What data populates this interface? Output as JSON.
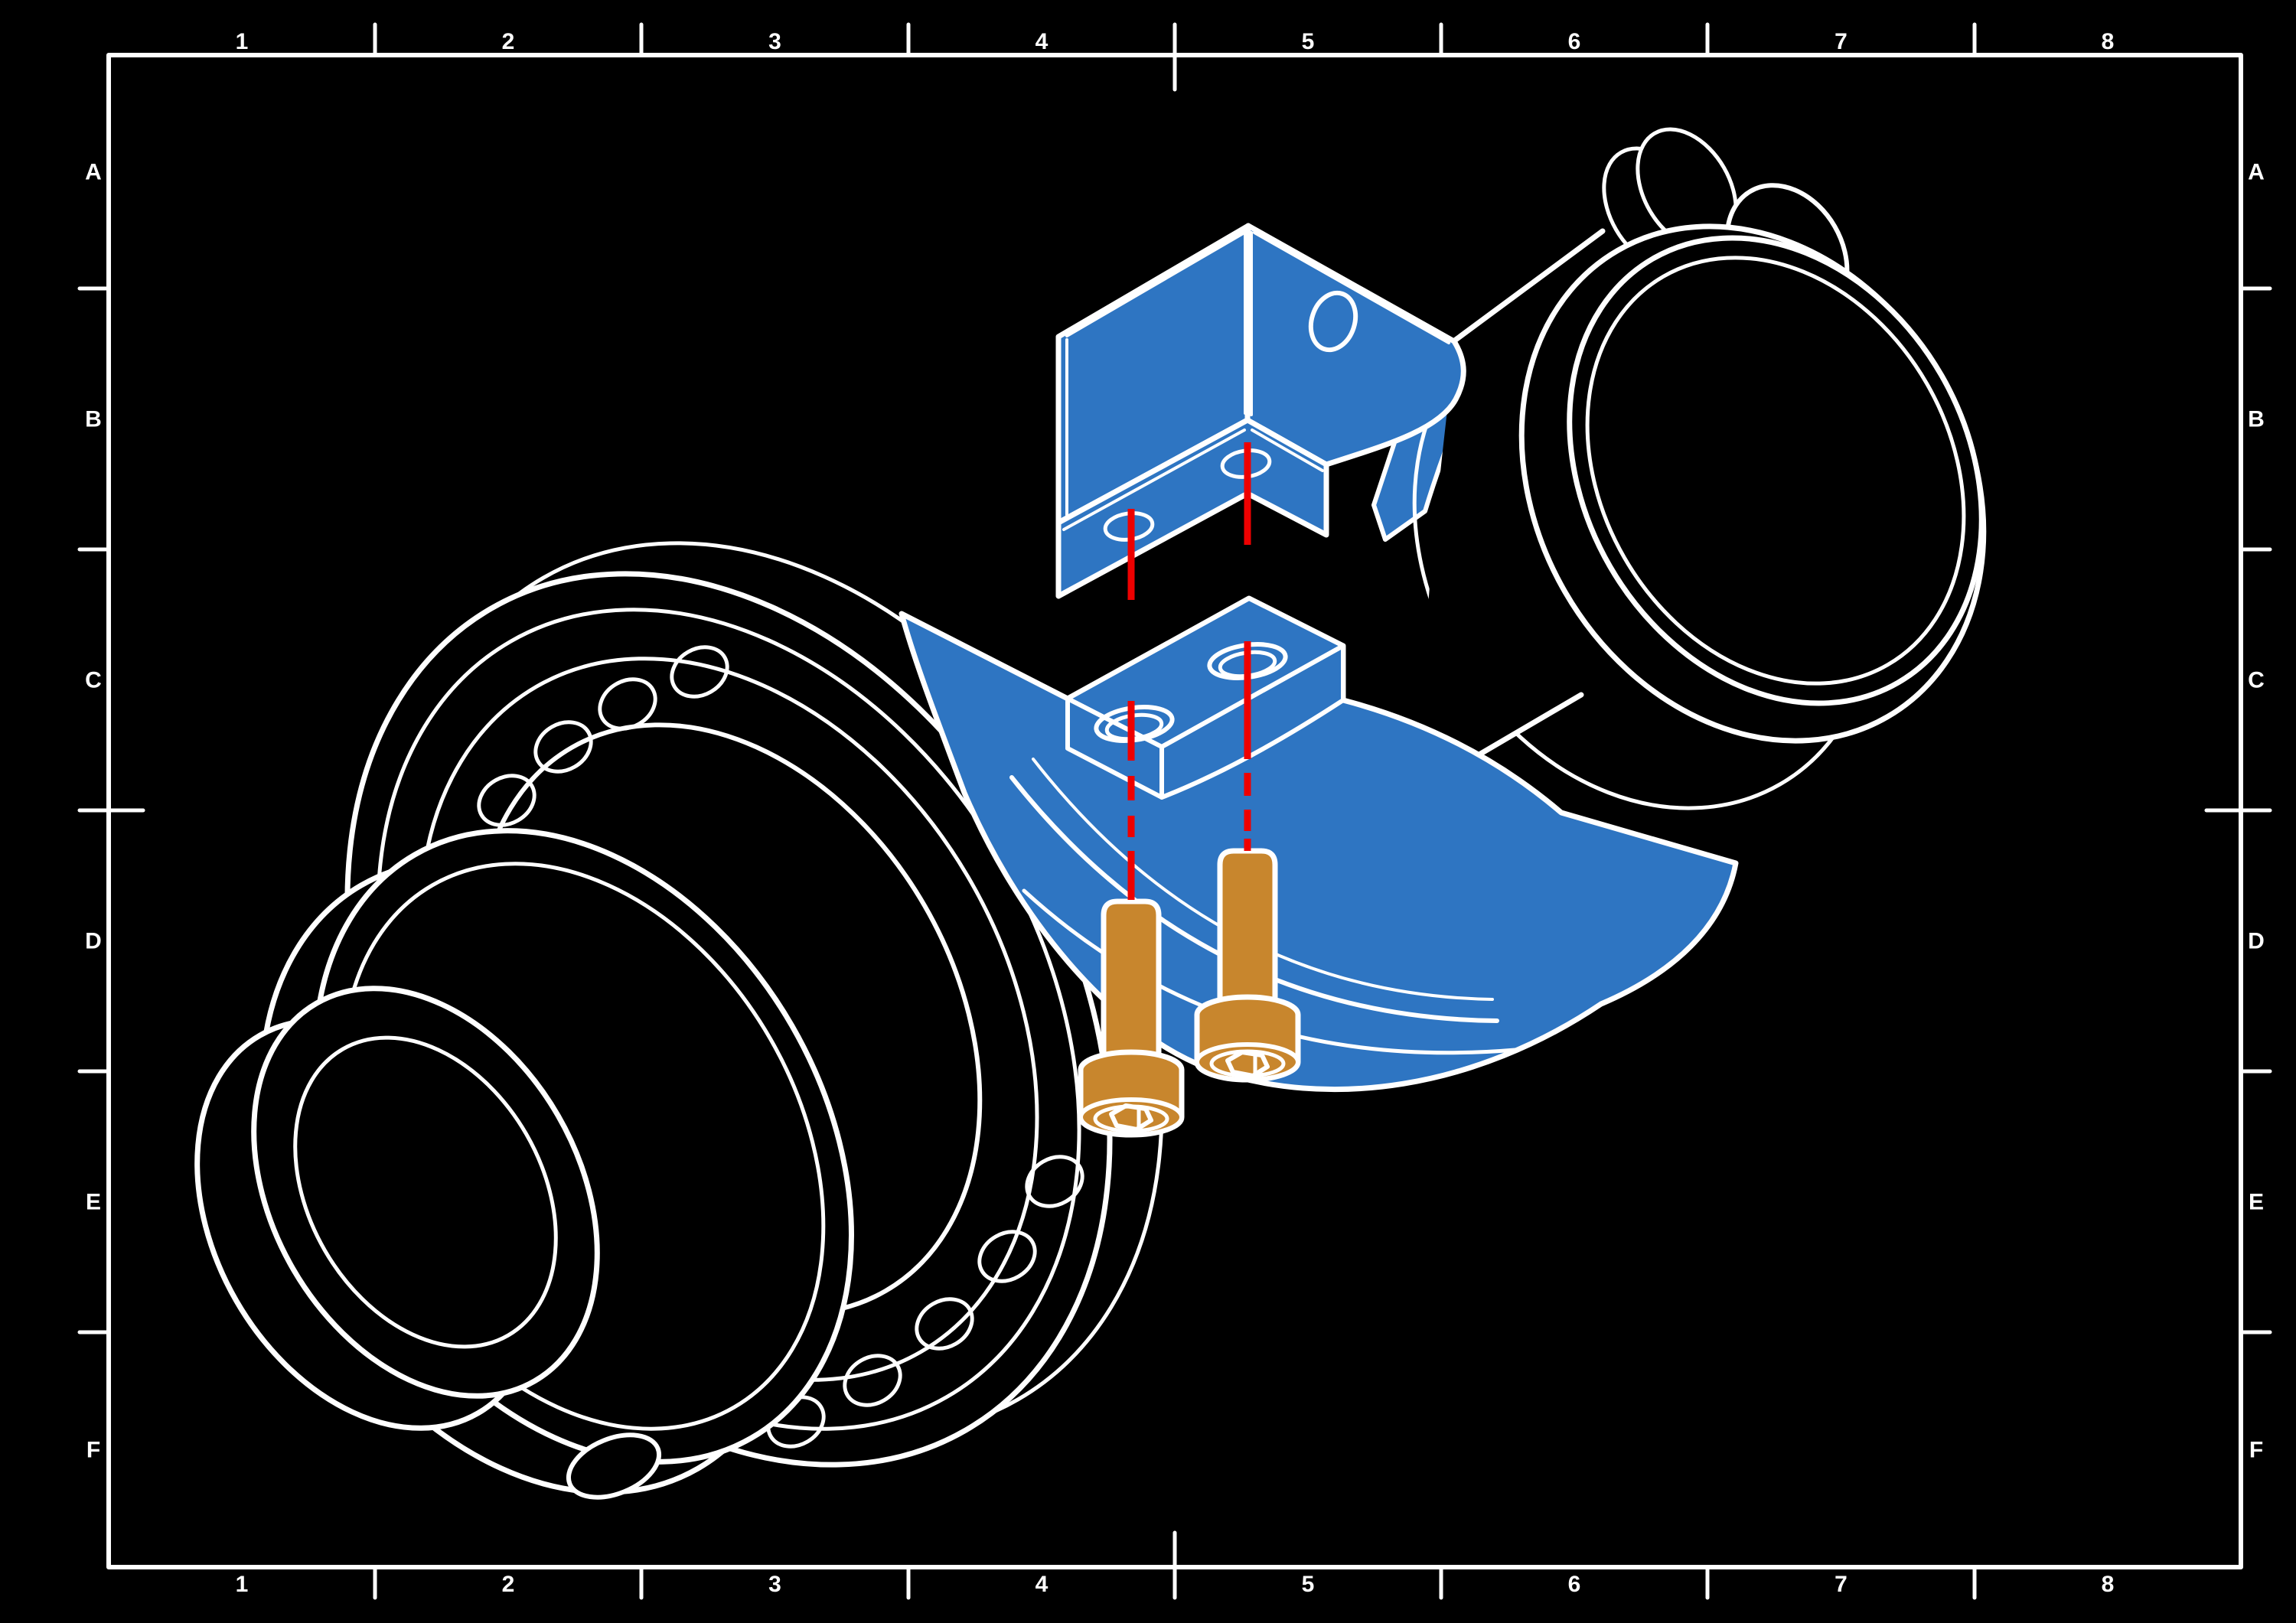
{
  "sheet": {
    "description_label": "",
    "grid_reference": {
      "columns": [
        "1",
        "2",
        "3",
        "4",
        "5",
        "6",
        "7",
        "8"
      ],
      "rows": [
        "A",
        "B",
        "C",
        "D",
        "E",
        "F"
      ]
    }
  },
  "colors": {
    "background": "#000000",
    "line_white": "#ffffff",
    "part_highlight_blue": "#2E75C2",
    "fastener_orange": "#C8862D",
    "centerline_red": "#EE0000"
  },
  "parts": [
    {
      "id": "motor-body",
      "appearance": "white-outline"
    },
    {
      "id": "motor-end-stub",
      "appearance": "white-outline"
    },
    {
      "id": "bearing-ring",
      "appearance": "white-outline"
    },
    {
      "id": "flange-disc",
      "appearance": "white-outline"
    },
    {
      "id": "end-cap",
      "appearance": "white-outline"
    },
    {
      "id": "mounting-bracket",
      "color_key": "part_highlight_blue"
    },
    {
      "id": "saddle-clamp",
      "color_key": "part_highlight_blue"
    },
    {
      "id": "socket-head-screw-left",
      "color_key": "fastener_orange"
    },
    {
      "id": "socket-head-screw-right",
      "color_key": "fastener_orange"
    },
    {
      "id": "alignment-centerline-left",
      "color_key": "centerline_red"
    },
    {
      "id": "alignment-centerline-right",
      "color_key": "centerline_red"
    }
  ]
}
